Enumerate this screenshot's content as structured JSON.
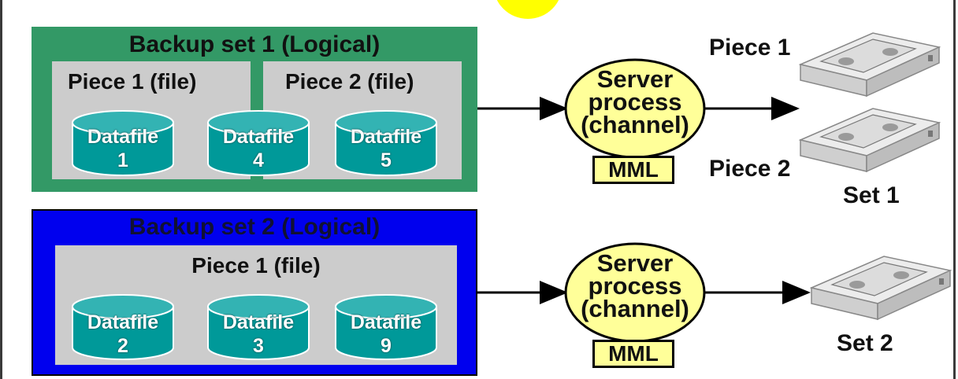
{
  "colors": {
    "set1_fill": "#339966",
    "set2_fill": "#0000ee",
    "piece_fill": "#cccccc",
    "datafile_fill": "#009999",
    "server_fill": "#ffff99",
    "sun": "#ffff00"
  },
  "backup_set_1": {
    "title": "Backup set 1 (Logical)",
    "pieces": [
      {
        "label": "Piece 1 (file)"
      },
      {
        "label": "Piece 2 (file)"
      }
    ],
    "datafiles": [
      {
        "name": "Datafile",
        "num": "1"
      },
      {
        "name": "Datafile",
        "num": "4"
      },
      {
        "name": "Datafile",
        "num": "5"
      }
    ]
  },
  "backup_set_2": {
    "title": "Backup set 2 (Logical)",
    "pieces": [
      {
        "label": "Piece 1 (file)"
      }
    ],
    "datafiles": [
      {
        "name": "Datafile",
        "num": "2"
      },
      {
        "name": "Datafile",
        "num": "3"
      },
      {
        "name": "Datafile",
        "num": "9"
      }
    ]
  },
  "servers": [
    {
      "line1": "Server",
      "line2": "process",
      "line3": "(channel)",
      "mml": "MML"
    },
    {
      "line1": "Server",
      "line2": "process",
      "line3": "(channel)",
      "mml": "MML"
    }
  ],
  "outputs": {
    "piece1": "Piece 1",
    "piece2": "Piece 2",
    "set1": "Set 1",
    "set2": "Set 2"
  },
  "icons": [
    "tape-drive-icon",
    "datafile-cylinder-icon",
    "arrow-icon"
  ]
}
